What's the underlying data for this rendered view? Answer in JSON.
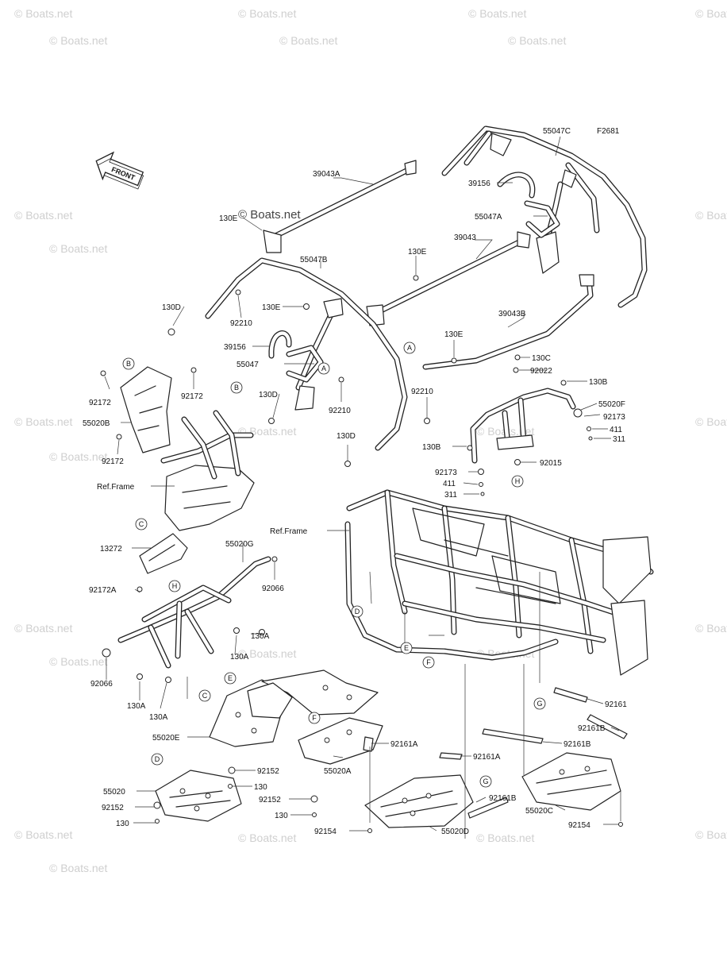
{
  "figure_code": "F2681",
  "front_label": "FRONT",
  "watermark": "© Boats.net",
  "labels": {
    "p55047C": "55047C",
    "p39043A": "39043A",
    "p39156_top": "39156",
    "p55047A": "55047A",
    "p130E_top": "130E",
    "p39043": "39043",
    "p55047B": "55047B",
    "p130E_mid": "130E",
    "p130D_top": "130D",
    "p130E_left": "130E",
    "p92210_left": "92210",
    "p39043B": "39043B",
    "p39156_left": "39156",
    "p130E_right": "130E",
    "p55047": "55047",
    "p130C": "130C",
    "p92022": "92022",
    "p130B_top": "130B",
    "p92172_l1": "92172",
    "p92172_r1": "92172",
    "p130D_mid": "130D",
    "p92210_mid": "92210",
    "p92210_right": "92210",
    "p55020F": "55020F",
    "p92173_right": "92173",
    "p55020B": "55020B",
    "p411_right": "411",
    "p311_right": "311",
    "p130D_bottom": "130D",
    "p92172_l2": "92172",
    "p130B_bottom": "130B",
    "p92015": "92015",
    "p92173_left": "92173",
    "p411_left": "411",
    "p311_left": "311",
    "p_ref_frame_1": "Ref.Frame",
    "p_ref_frame_2": "Ref.Frame",
    "p13272": "13272",
    "p55020G": "55020G",
    "p92066_top": "92066",
    "p92172A": "92172A",
    "p130A_1": "130A",
    "p130A_2": "130A",
    "p92066_bottom": "92066",
    "p130A_3": "130A",
    "p130A_4": "130A",
    "p92161_right": "92161",
    "p92161B_1": "92161B",
    "p92161B_2": "92161B",
    "p55020E": "55020E",
    "p92161A_1": "92161A",
    "p92161A_2": "92161A",
    "p92152_1": "92152",
    "p130_1": "130",
    "p55020A": "55020A",
    "p55020": "55020",
    "p92152_2": "92152",
    "p92152_3": "92152",
    "p130_2": "130",
    "p130_3": "130",
    "p92161B_3": "92161B",
    "p55020C": "55020C",
    "p92154_1": "92154",
    "p55020D": "55020D",
    "p92154_2": "92154"
  },
  "callouts": {
    "A1": "A",
    "A2": "A",
    "B1": "B",
    "B2": "B",
    "C1": "C",
    "C2": "C",
    "D1": "D",
    "D2": "D",
    "E1": "E",
    "E2": "E",
    "F1": "F",
    "F2": "F",
    "G1": "G",
    "G2": "G",
    "H1": "H",
    "H2": "H"
  },
  "icons": {
    "front_arrow": "front-arrow-icon"
  }
}
